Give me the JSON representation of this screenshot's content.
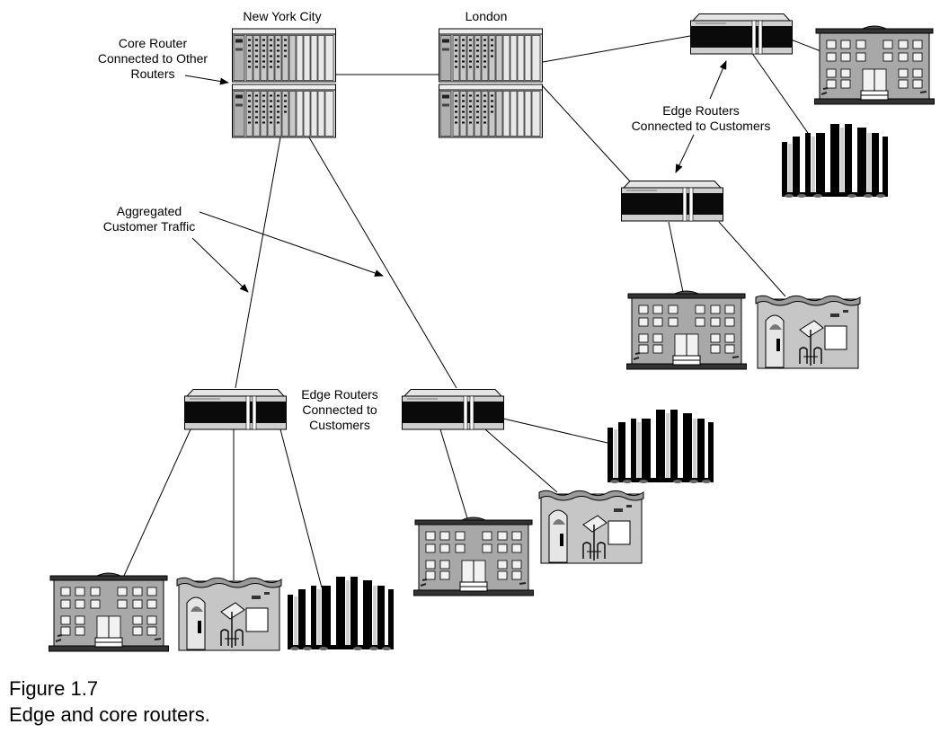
{
  "labels": {
    "new_york": "New York City",
    "london": "London",
    "core_router_note": "Core Router\nConnected to Other\nRouters",
    "edge_note_top": "Edge Routers\nConnected to Customers",
    "aggregated": "Aggregated\nCustomer Traffic",
    "edge_note_bottom": "Edge Routers\nConnected to\nCustomers"
  },
  "caption": {
    "figure": "Figure 1.7",
    "title": "Edge and core routers."
  },
  "icons": {
    "core_router": "core-router-chassis",
    "edge_router": "edge-router",
    "office": "office-building",
    "cafe": "cafe-building",
    "tower": "striped-tower-building"
  }
}
